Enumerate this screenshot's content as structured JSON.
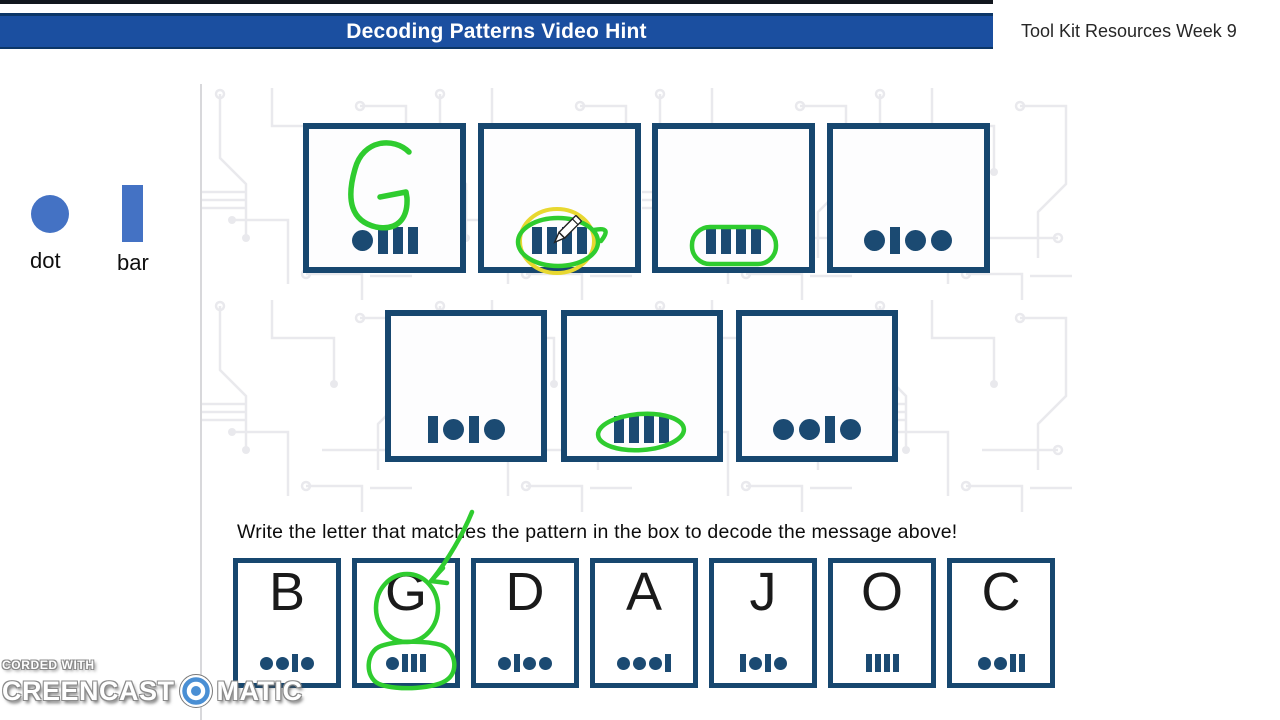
{
  "header": {
    "title": "Decoding Patterns Video Hint",
    "right_text": "Tool Kit Resources Week 9"
  },
  "legend": {
    "dot_label": "dot",
    "bar_label": "bar"
  },
  "instruction": "Write the letter that matches the pattern in the box to decode the message above!",
  "puzzle_rows": [
    {
      "boxes": [
        {
          "pattern": [
            "dot",
            "bar",
            "bar",
            "bar"
          ],
          "written_answer": "G",
          "annotations": [
            "handwritten-letter-g"
          ]
        },
        {
          "pattern": [
            "bar",
            "bar",
            "bar",
            "bar"
          ],
          "annotations": [
            "green-lasso",
            "yellow-circle",
            "pencil-cursor"
          ]
        },
        {
          "pattern": [
            "bar",
            "bar",
            "bar",
            "bar"
          ],
          "annotations": [
            "green-ring"
          ]
        },
        {
          "pattern": [
            "dot",
            "bar",
            "dot",
            "dot"
          ],
          "annotations": []
        }
      ]
    },
    {
      "boxes": [
        {
          "pattern": [
            "bar",
            "dot",
            "bar",
            "dot"
          ],
          "annotations": []
        },
        {
          "pattern": [
            "bar",
            "bar",
            "bar",
            "bar"
          ],
          "annotations": [
            "green-ring"
          ]
        },
        {
          "pattern": [
            "dot",
            "dot",
            "bar",
            "dot"
          ],
          "annotations": []
        }
      ]
    }
  ],
  "answer_key": [
    {
      "letter": "B",
      "pattern": [
        "dot",
        "dot",
        "bar",
        "dot"
      ]
    },
    {
      "letter": "G",
      "pattern": [
        "dot",
        "bar",
        "bar",
        "bar"
      ],
      "annotations": [
        "green-circle-letter",
        "green-lasso-pattern",
        "green-arrow"
      ]
    },
    {
      "letter": "D",
      "pattern": [
        "dot",
        "bar",
        "dot",
        "dot"
      ]
    },
    {
      "letter": "A",
      "pattern": [
        "dot",
        "dot",
        "dot",
        "bar"
      ]
    },
    {
      "letter": "J",
      "pattern": [
        "bar",
        "dot",
        "bar",
        "dot"
      ]
    },
    {
      "letter": "O",
      "pattern": [
        "bar",
        "bar",
        "bar",
        "bar"
      ]
    },
    {
      "letter": "C",
      "pattern": [
        "dot",
        "dot",
        "bar",
        "bar"
      ]
    }
  ],
  "watermark": {
    "line1": "CORDED WITH",
    "brand_left": "CREENCAST",
    "brand_right": "MATIC"
  },
  "colors": {
    "header-blue": "#1b4fa0",
    "navy": "#17476f",
    "pattern-navy": "#1b4a72",
    "legend-blue": "#4472c4",
    "annotation-green": "#2fcc2f",
    "annotation-yellow": "#e8d830",
    "logo-blue": "#4a8fd4"
  }
}
